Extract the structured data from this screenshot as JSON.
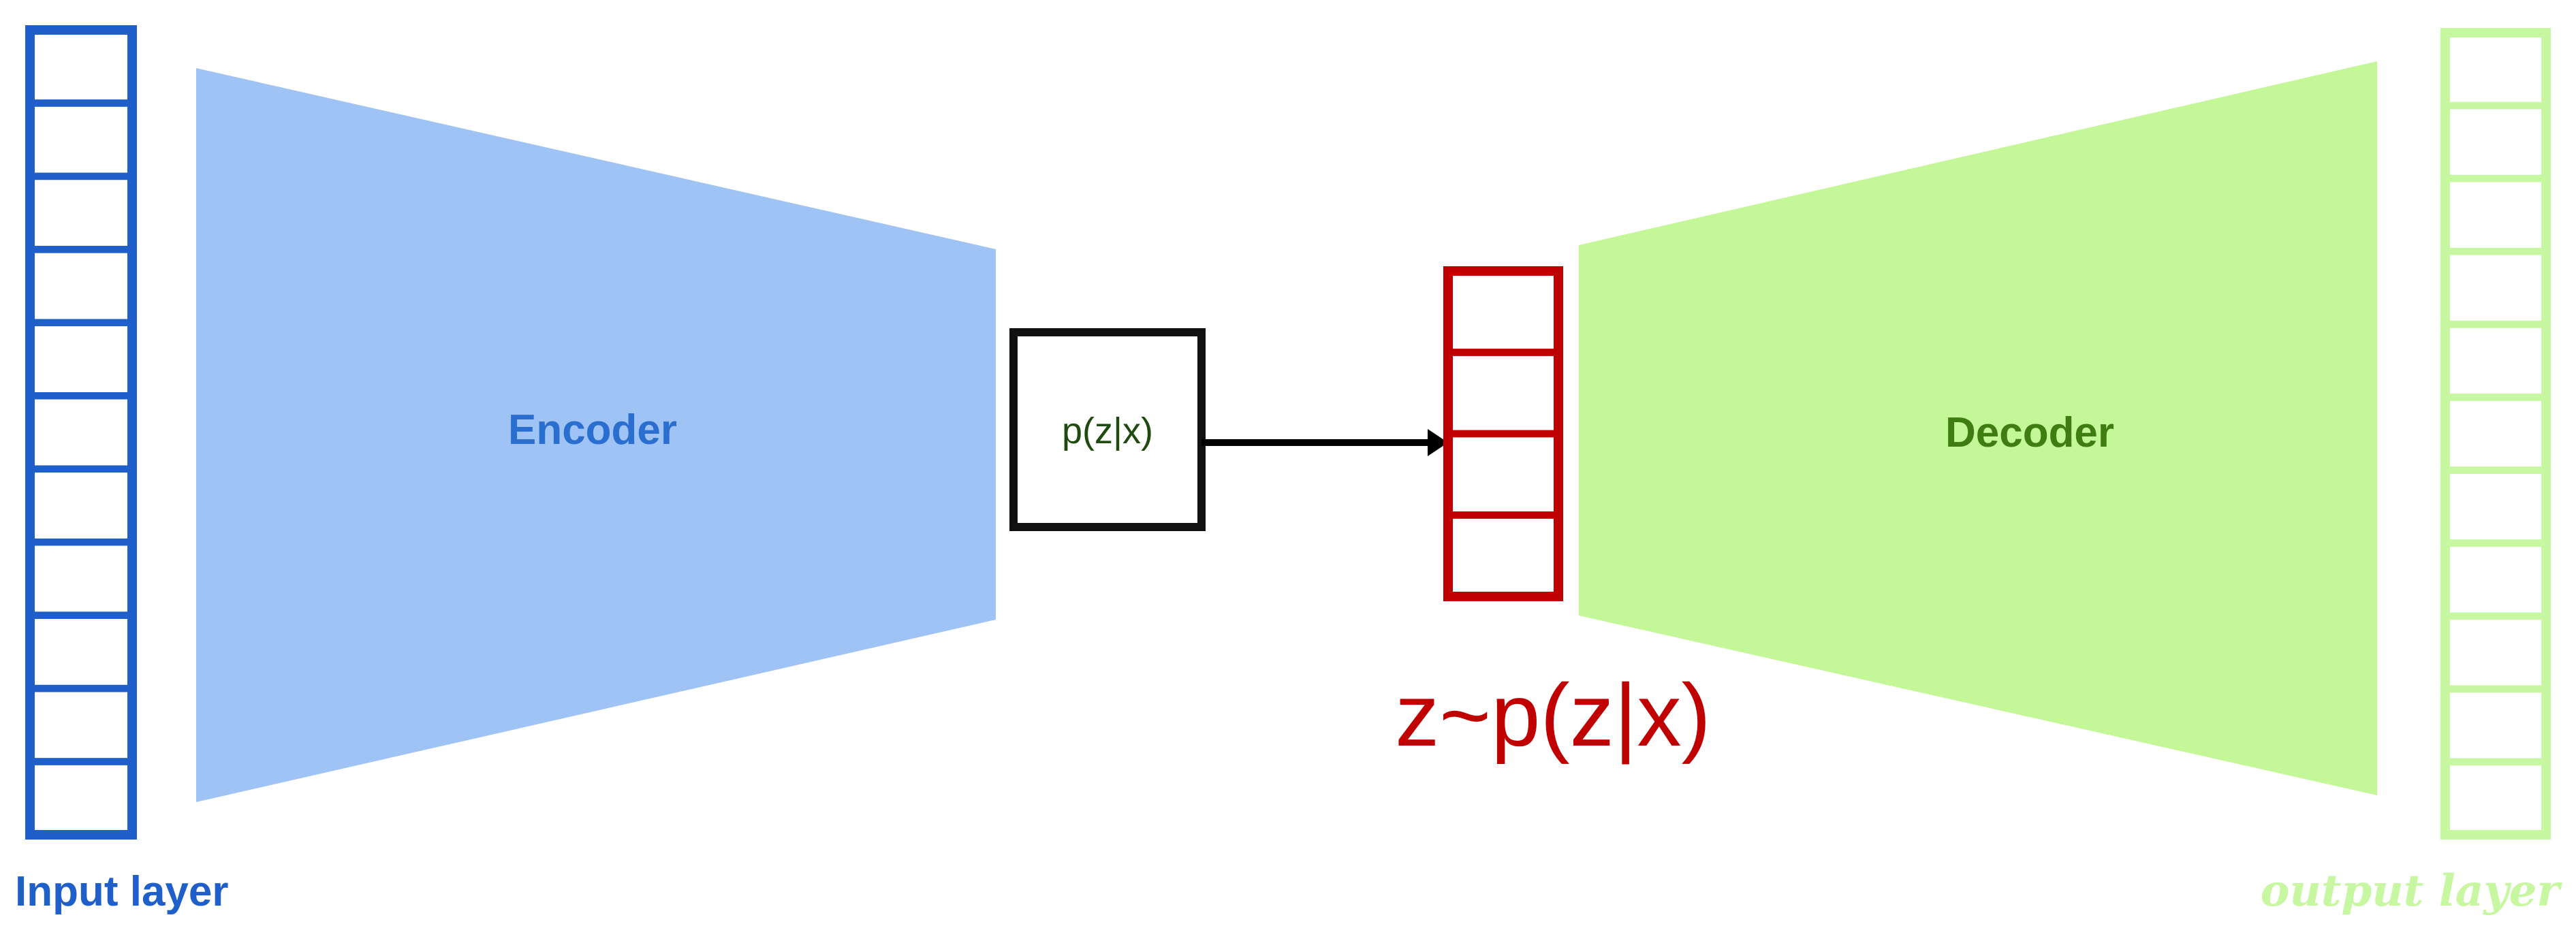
{
  "input_layer": {
    "label": "Input layer",
    "cells": 11,
    "color": "#1f5fc9"
  },
  "encoder": {
    "label": "Encoder",
    "fill": "#9fc3f5",
    "text_color": "#2a6fd0"
  },
  "distribution_box": {
    "label": "p(z|x)",
    "border": "#111111",
    "text_color": "#1f4a10"
  },
  "latent": {
    "cells": 4,
    "color": "#c00000",
    "caption": "z~p(z|x)"
  },
  "decoder": {
    "label": "Decoder",
    "fill": "#c4f797",
    "text_color": "#3f7d12"
  },
  "output_layer": {
    "label": "output layer",
    "cells": 11,
    "color": "#c7f7a0"
  },
  "arrow": {
    "color": "#000000"
  }
}
